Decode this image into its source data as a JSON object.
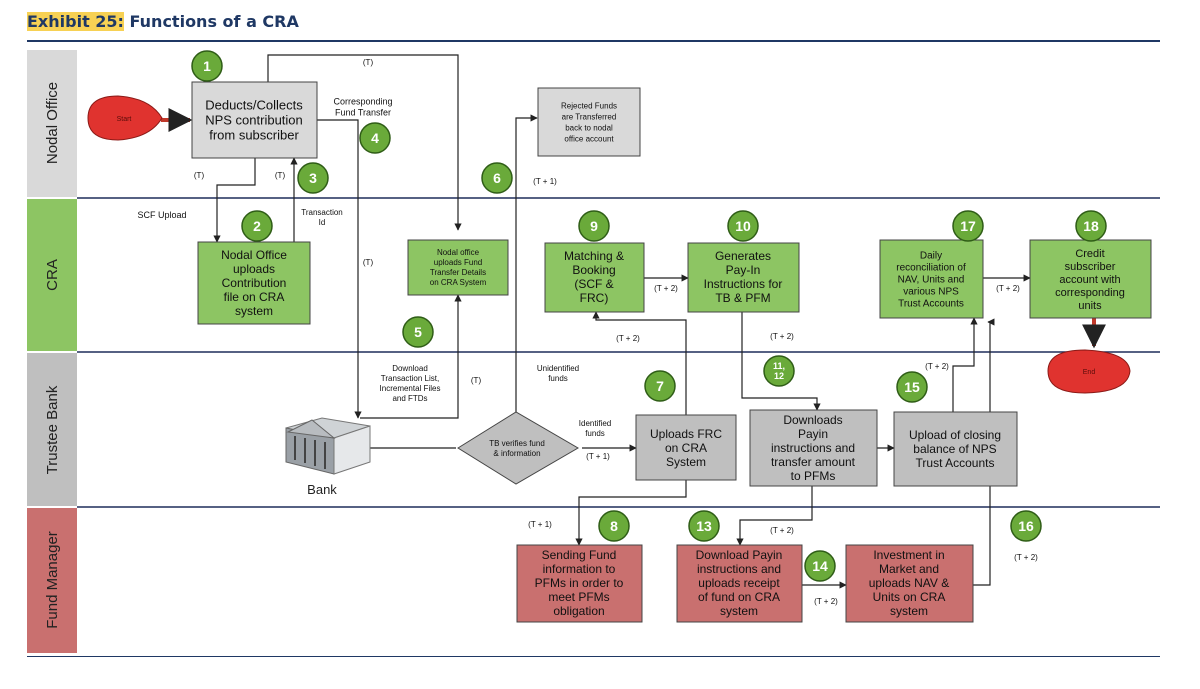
{
  "exhibit": {
    "label": "Exhibit 25:",
    "title": "Functions of a CRA"
  },
  "colors": {
    "nodal": "#d9d9d9",
    "cra": "#8dc563",
    "bank": "#bfbfbf",
    "fund": "#c9706f",
    "circle": "#6aaa3a",
    "terminal": "#e0332f",
    "lane_line": "#1f2d5a"
  },
  "lanes": [
    "Nodal Office",
    "CRA",
    "Trustee Bank",
    "Fund Manager"
  ],
  "terminals": {
    "start": "Start",
    "end": "End"
  },
  "boxes": {
    "b1": [
      "Deducts/Collects",
      "NPS contribution",
      "from subscriber"
    ],
    "b_rej": [
      "Rejected Funds",
      "are Transferred",
      "back to nodal",
      "office account"
    ],
    "b2": [
      "Nodal Office",
      "uploads",
      "Contribution",
      "file on CRA",
      "system"
    ],
    "b_ftd": [
      "Nodal office",
      "uploads Fund",
      "Transfer Details",
      "on CRA System"
    ],
    "b9": [
      "Matching &",
      "Booking",
      "(SCF &",
      "FRC)"
    ],
    "b10": [
      "Generates",
      "Pay-In",
      "Instructions for",
      "TB & PFM"
    ],
    "b17": [
      "Daily",
      "reconciliation of",
      "NAV, Units and",
      "various NPS",
      "Trust Accounts"
    ],
    "b18": [
      "Credit",
      "subscriber",
      "account with",
      "corresponding",
      "units"
    ],
    "b7": [
      "Uploads FRC",
      "on CRA",
      "System"
    ],
    "b_dl": [
      "Downloads",
      "Payin",
      "instructions and",
      "transfer amount",
      "to PFMs"
    ],
    "b15": [
      "Upload of closing",
      "balance of NPS",
      "Trust Accounts"
    ],
    "b8": [
      "Sending Fund",
      "information to",
      "PFMs in order to",
      "meet PFMs",
      "obligation"
    ],
    "b13": [
      "Download Payin",
      "instructions and",
      "uploads receipt",
      "of fund on CRA",
      "system"
    ],
    "b_inv": [
      "Investment in",
      "Market and",
      "uploads NAV &",
      "Units on CRA",
      "system"
    ]
  },
  "decision": [
    "TB verifies fund",
    "& information"
  ],
  "bank_label": "Bank",
  "steps": [
    "1",
    "2",
    "3",
    "4",
    "5",
    "6",
    "7",
    "8",
    "9",
    "10",
    "11,\n12",
    "13",
    "14",
    "15",
    "16",
    "17",
    "18"
  ],
  "annotations": {
    "t_top": "(T)",
    "t_left1": "(T)",
    "t_left2": "(T)",
    "corr_fund": [
      "Corresponding",
      "Fund Transfer"
    ],
    "scf_upload": "SCF Upload",
    "txn_id": [
      "Transaction",
      "Id"
    ],
    "t_mid": "(T)",
    "t6": "(T + 1)",
    "t9_10": "(T + 2)",
    "t_10below": "(T + 2)",
    "t_9below": "(T + 2)",
    "t_17_18": "(T + 2)",
    "download_txn": [
      "Download",
      "Transaction List,",
      "Incremental Files",
      "and FTDs"
    ],
    "t5": "(T)",
    "unidentified": [
      "Unidentified",
      "funds"
    ],
    "identified": [
      "Identified",
      "funds"
    ],
    "t_ident": "(T + 1)",
    "t15": "(T + 2)",
    "t8": "(T + 1)",
    "t13": "(T + 2)",
    "t14": "(T + 2)",
    "t16": "(T + 2)"
  }
}
